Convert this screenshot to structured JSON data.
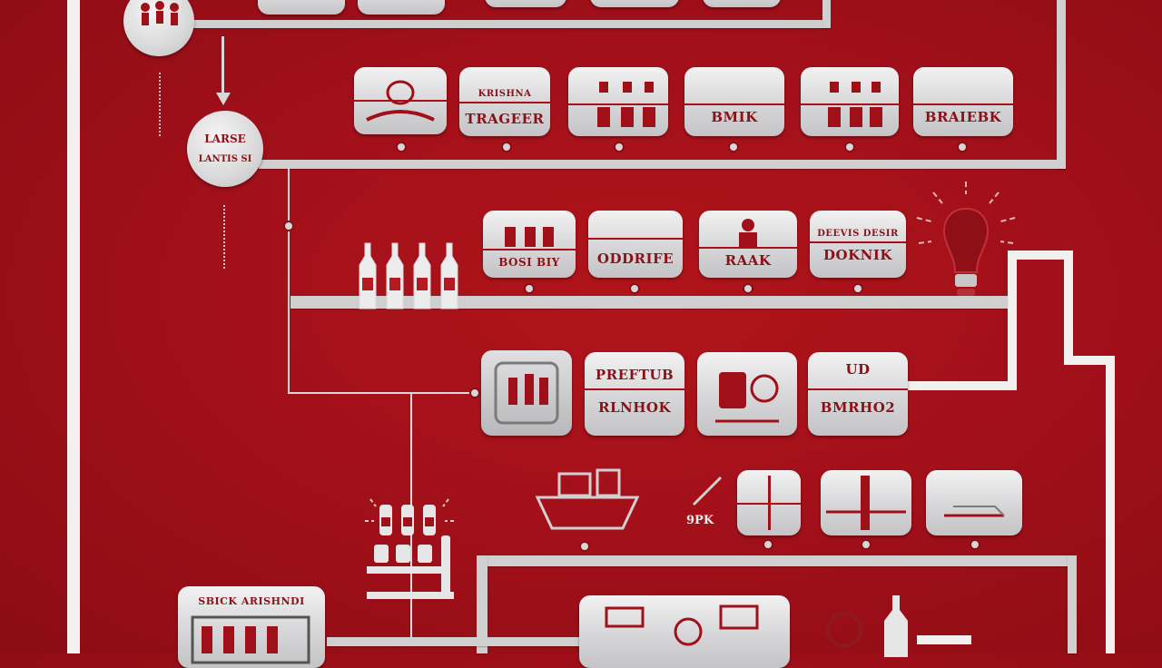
{
  "colors": {
    "background": "#a3101a",
    "rail": "#f3f1f0",
    "pipe": "#cfcfd0",
    "card": "#d9d9db",
    "label": "#8c1016"
  },
  "circles": {
    "top": {
      "label": ""
    },
    "middle": {
      "label_line1": "LARSE",
      "label_line2": "LANTIS SI"
    }
  },
  "row1": {
    "cards": [
      {
        "label": "",
        "sublabel": "",
        "icon": "barrel-icon"
      },
      {
        "label": "TRAGEER",
        "sublabel": "KRISHNA",
        "icon": ""
      },
      {
        "label": "",
        "sublabel": "",
        "icon": "figures-icon"
      },
      {
        "label": "BMIK",
        "sublabel": "",
        "icon": ""
      },
      {
        "label": "",
        "sublabel": "",
        "icon": "figures-icon"
      },
      {
        "label": "BRAIEBK",
        "sublabel": "",
        "icon": ""
      }
    ]
  },
  "row2": {
    "cards": [
      {
        "label": "BOSI BIY",
        "icon": "figures-icon"
      },
      {
        "label": "ODDRIFE",
        "icon": ""
      },
      {
        "label": "RAAK",
        "icon": "person-icon"
      },
      {
        "label": "DOKNIK",
        "sublabel": "DEEVIS DESIR",
        "icon": ""
      }
    ]
  },
  "row3": {
    "cards": [
      {
        "label": "",
        "icon": "machine-icon"
      },
      {
        "label": "PREFTUB",
        "sublabel": "RLNHOK",
        "icon": ""
      },
      {
        "label": "",
        "icon": "lab-icon"
      },
      {
        "label": "BMRHO2",
        "sublabel": "UD",
        "icon": ""
      }
    ]
  },
  "row4": {
    "caption": "9PK",
    "cards": [
      {
        "label": "",
        "icon": "truck-icon"
      },
      {
        "label": "",
        "icon": "tower-icon"
      },
      {
        "label": "",
        "icon": "drone-icon"
      }
    ]
  },
  "bottom": {
    "left_card_label": "SBICK ARISHNDI"
  }
}
